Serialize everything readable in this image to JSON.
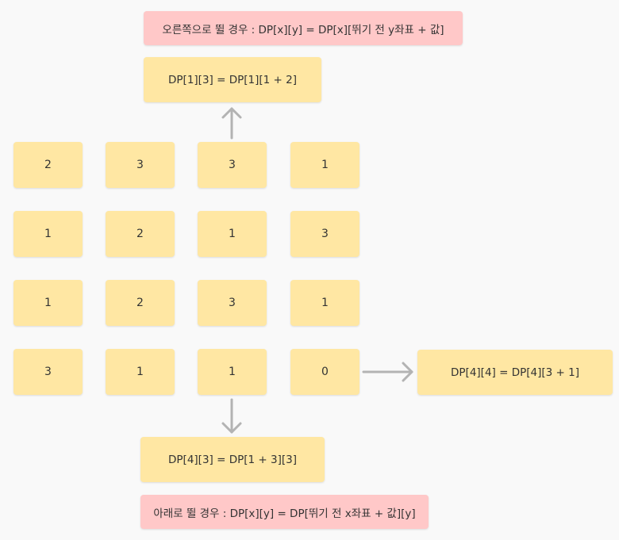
{
  "top_note": "오른쪽으로 뛸 경우 : DP[x][y] = DP[x][뛰기 전 y좌표 + 값]",
  "top_formula": "DP[1][3] = DP[1][1 + 2]",
  "right_formula": "DP[4][4] = DP[4][3 + 1]",
  "bottom_formula": "DP[4][3] = DP[1 + 3][3]",
  "bottom_note": "아래로 뛸 경우 : DP[x][y] = DP[뛰기 전 x좌표 + 값][y]",
  "grid": [
    [
      "2",
      "3",
      "3",
      "1"
    ],
    [
      "1",
      "2",
      "1",
      "3"
    ],
    [
      "1",
      "2",
      "3",
      "1"
    ],
    [
      "3",
      "1",
      "1",
      "0"
    ]
  ],
  "colors": {
    "cell": "#ffe7a3",
    "note": "#ffc8c8",
    "arrow": "#b3b3b3"
  }
}
